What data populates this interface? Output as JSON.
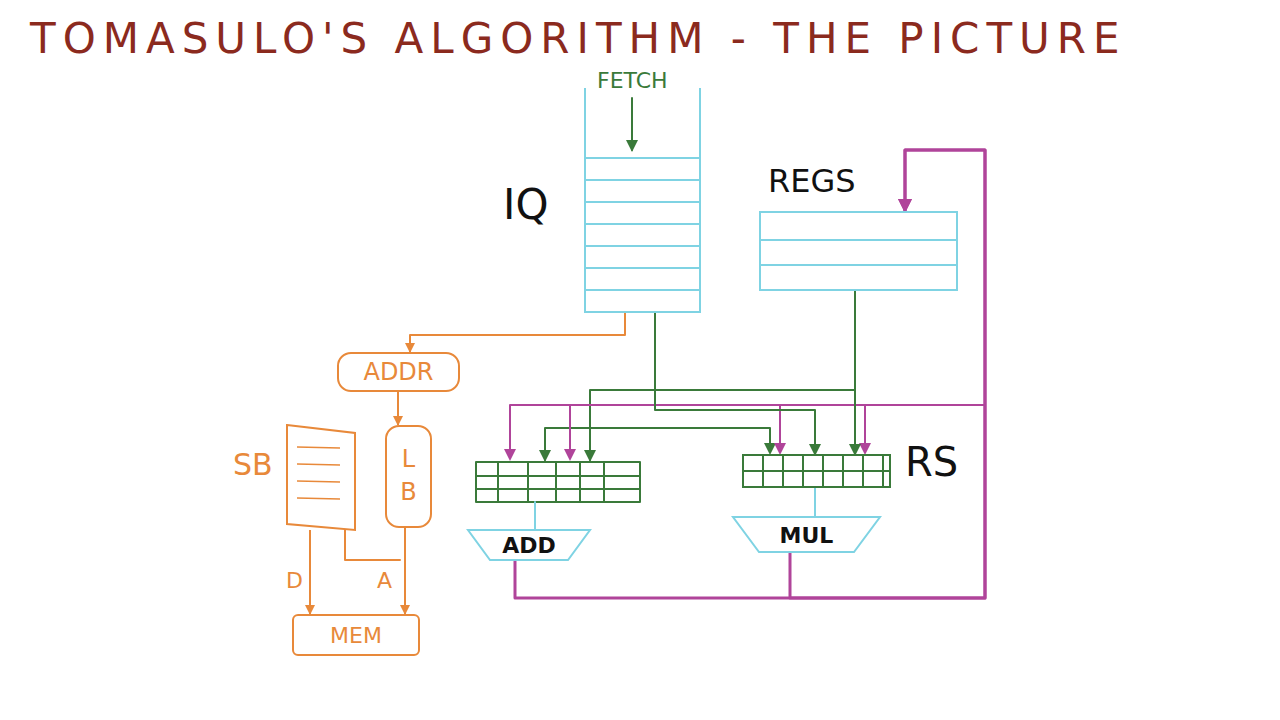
{
  "diagram": {
    "title": "TOMASULO'S ALGORITHM - THE PICTURE",
    "nodes": [
      {
        "text": [
          "IQ"
        ]
      },
      {
        "text": [
          "REGS"
        ]
      },
      {
        "text": [
          "ADDR"
        ]
      },
      {
        "text": [
          "SB"
        ]
      },
      {
        "text": [
          "L B"
        ]
      },
      {
        "text": [
          "RS"
        ]
      },
      {
        "text": [
          "ADD"
        ]
      },
      {
        "text": [
          "MUL"
        ]
      },
      {
        "text": [
          "MEM"
        ]
      }
    ],
    "edges": [
      {
        "from": 0,
        "to": 2,
        "arrow": "to"
      },
      {
        "from": 2,
        "to": 4,
        "arrow": "to"
      },
      {
        "from": 3,
        "to": 8,
        "label": "D",
        "arrow": "to"
      },
      {
        "from": 4,
        "to": 8,
        "label": "A",
        "arrow": "to"
      },
      {
        "from": 0,
        "to": 5,
        "arrow": "to"
      },
      {
        "from": 1,
        "to": 5,
        "arrow": "to"
      },
      {
        "from": 6,
        "to": 1,
        "arrow": "to"
      },
      {
        "from": 7,
        "to": 1,
        "arrow": "to"
      }
    ],
    "labels": [
      "FETCH"
    ]
  }
}
